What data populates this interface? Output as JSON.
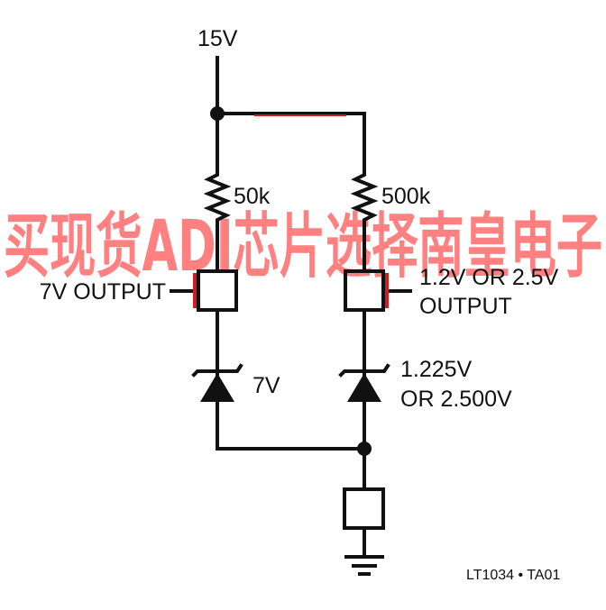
{
  "supply": {
    "label": "15V"
  },
  "left_branch": {
    "resistor_label": "50k",
    "output_label": "7V OUTPUT",
    "zener_label": "7V"
  },
  "right_branch": {
    "resistor_label": "500k",
    "output_label_line1": "1.2V OR 2.5V",
    "output_label_line2": "OUTPUT",
    "zener_label_line1": "1.225V",
    "zener_label_line2": "OR 2.500V"
  },
  "figure_id": "LT1034 • TA01",
  "watermark": {
    "text": "买现货ADI芯片选择南皇电子",
    "color": "#ff6a6a"
  },
  "colors": {
    "wire": "#111111",
    "highlight": "#cc1f1f"
  }
}
